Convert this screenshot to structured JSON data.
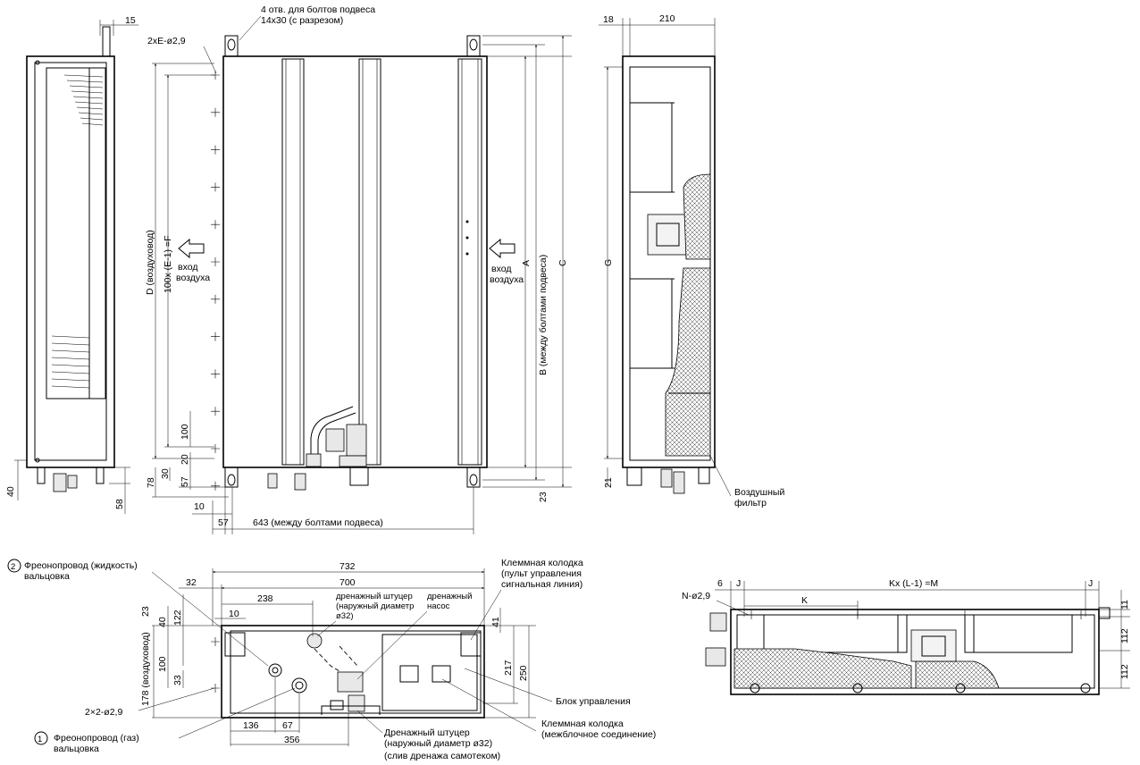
{
  "front": {
    "holes_label_1": "4 отв. для болтов подвеса",
    "holes_label_2": "14x30 (с разрезом)",
    "holes_dim": "2xE-ø2,9",
    "air_inlet_1": "вход",
    "air_inlet_2": "воздуха",
    "dim_D": "D (воздуховод)",
    "dim_F": "100x (E-1) =F",
    "dim_A": "A",
    "dim_B": "B (между болтами подвеса)",
    "dim_C": "C",
    "dim_643": "643 (между болтами подвеса)",
    "dim_57": "57",
    "dim_10": "10",
    "dim_100": "100",
    "dim_20": "20",
    "dim_30": "30",
    "dim_57v": "57",
    "dim_78": "78",
    "dim_23": "23"
  },
  "left_side": {
    "dim_15": "15",
    "dim_40": "40",
    "dim_58": "58"
  },
  "right_side": {
    "dim_18": "18",
    "dim_210": "210",
    "dim_G": "G",
    "dim_21": "21",
    "filter_1": "Воздушный",
    "filter_2": "фильтр"
  },
  "bottom_view": {
    "pipe_liquid_num": "2",
    "pipe_liquid_1": "Фреонопровод (жидкость)",
    "pipe_liquid_2": "вальцовка",
    "pipe_gas_num": "1",
    "pipe_gas_1": "Фреонопровод (газ)",
    "pipe_gas_2": "вальцовка",
    "holes": "2×2-ø2,9",
    "dim_732": "732",
    "dim_700": "700",
    "dim_32": "32",
    "dim_238": "238",
    "dim_10": "10",
    "dim_23": "23",
    "dim_40": "40",
    "dim_122": "122",
    "dim_100": "100",
    "dim_33": "33",
    "dim_178": "178 (воздуховод)",
    "dim_136": "136",
    "dim_67": "67",
    "dim_356": "356",
    "dim_41": "41",
    "dim_217": "217",
    "dim_250": "250",
    "drain_top_1": "дренажный штуцер",
    "drain_top_2": "(наружный диаметр",
    "drain_top_3": "ø32)",
    "drain_pump_1": "дренажный",
    "drain_pump_2": "насос",
    "terminal_1": "Клеммная колодка",
    "terminal_2": "(пульт управления",
    "terminal_3": "сигнальная линия)",
    "control_box": "Блок управления",
    "terminal_b_1": "Клеммная колодка",
    "terminal_b_2": "(межблочное соединение)",
    "drain_bot_1": "Дренажный штуцер",
    "drain_bot_2": "(наружный диаметр ø32)",
    "drain_bot_3": "(слив дренажа самотеком)"
  },
  "top_view": {
    "holes": "N-ø2,9",
    "dim_6": "6",
    "dim_J1": "J",
    "dim_K": "K",
    "dim_KL": "Kx (L-1) =M",
    "dim_J2": "J",
    "dim_11": "11",
    "dim_112a": "112",
    "dim_112b": "112"
  }
}
